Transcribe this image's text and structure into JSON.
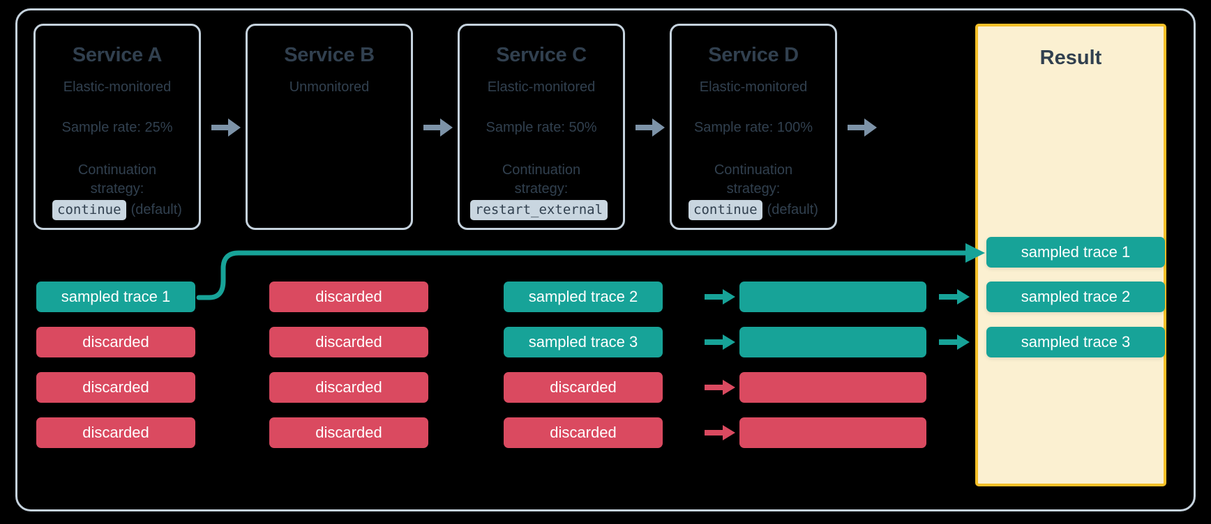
{
  "diagram": {
    "title_hidden": "Elastic APM distributed tracing sampling flow",
    "colors": {
      "frame_border": "#c5d2dd",
      "card_border": "#c5d2dd",
      "text": "#31404f",
      "sampled": "#17a398",
      "discarded": "#da4a60",
      "result_bg": "#fbf0d1",
      "result_border": "#f6c028",
      "service_arrow": "#7d93a8",
      "badge_bg": "#c9d6e0",
      "background": "#000000"
    }
  },
  "services": [
    {
      "name": "Service A",
      "monitoring": "Elastic-monitored",
      "sample_rate": "Sample rate: 25%",
      "strategy_label": "Continuation strategy:",
      "strategy_value": "continue",
      "strategy_note": "(default)"
    },
    {
      "name": "Service B",
      "monitoring": "Unmonitored",
      "sample_rate": "",
      "strategy_label": "",
      "strategy_value": "",
      "strategy_note": ""
    },
    {
      "name": "Service C",
      "monitoring": "Elastic-monitored",
      "sample_rate": "Sample rate: 50%",
      "strategy_label": "Continuation strategy:",
      "strategy_value": "restart_external",
      "strategy_note": ""
    },
    {
      "name": "Service D",
      "monitoring": "Elastic-monitored",
      "sample_rate": "Sample rate: 100%",
      "strategy_label": "Continuation strategy:",
      "strategy_value": "continue",
      "strategy_note": "(default)"
    }
  ],
  "result": {
    "title": "Result",
    "chips": [
      {
        "label": "sampled trace 1",
        "state": "sampled"
      },
      {
        "label": "sampled trace 2",
        "state": "sampled"
      },
      {
        "label": "sampled trace 3",
        "state": "sampled"
      }
    ]
  },
  "columns": [
    {
      "service": "Service A",
      "chips": [
        {
          "label": "sampled trace 1",
          "state": "sampled"
        },
        {
          "label": "discarded",
          "state": "discarded"
        },
        {
          "label": "discarded",
          "state": "discarded"
        },
        {
          "label": "discarded",
          "state": "discarded"
        }
      ]
    },
    {
      "service": "Service B",
      "chips": [
        {
          "label": "discarded",
          "state": "discarded"
        },
        {
          "label": "discarded",
          "state": "discarded"
        },
        {
          "label": "discarded",
          "state": "discarded"
        },
        {
          "label": "discarded",
          "state": "discarded"
        }
      ]
    },
    {
      "service": "Service C",
      "chips": [
        {
          "label": "sampled trace 2",
          "state": "sampled"
        },
        {
          "label": "sampled trace 3",
          "state": "sampled"
        },
        {
          "label": "discarded",
          "state": "discarded"
        },
        {
          "label": "discarded",
          "state": "discarded"
        }
      ]
    },
    {
      "service": "Service D",
      "chips": [
        {
          "label": "",
          "state": "sampled"
        },
        {
          "label": "",
          "state": "sampled"
        },
        {
          "label": "",
          "state": "discarded"
        },
        {
          "label": "",
          "state": "discarded"
        }
      ]
    }
  ],
  "icons": {
    "service_arrow": "arrow-right-icon",
    "flow_arrow_sampled": "arrow-right-sampled-icon",
    "flow_arrow_discarded": "arrow-right-discarded-icon",
    "connector": "curved-connector-icon"
  }
}
